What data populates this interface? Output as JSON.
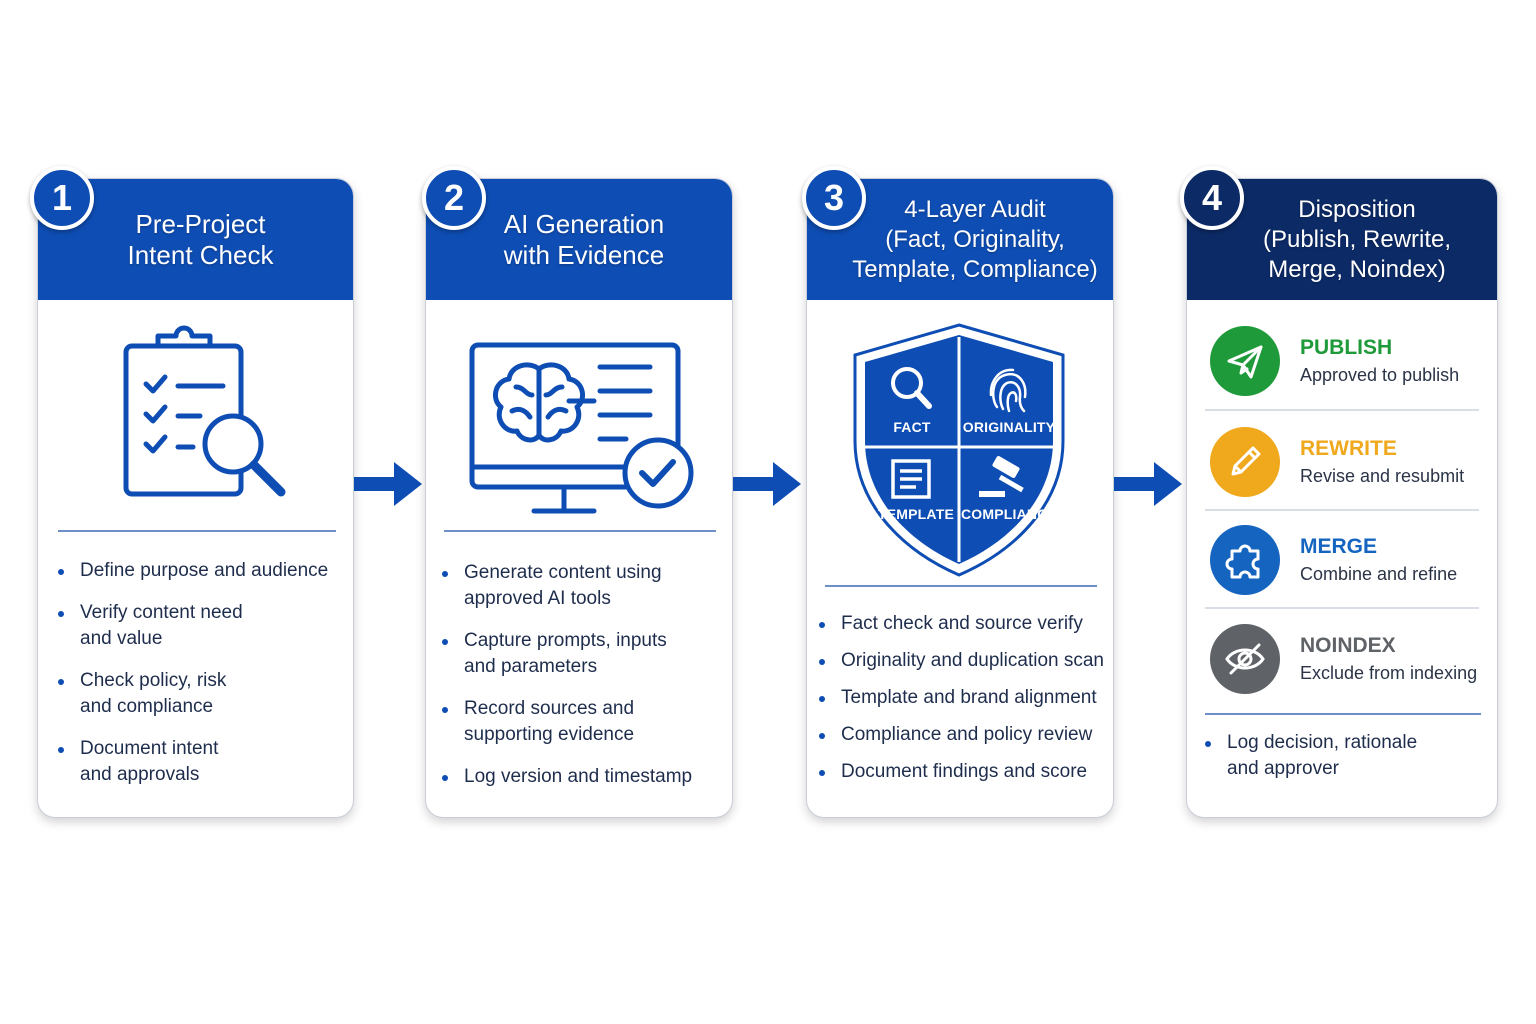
{
  "steps": [
    {
      "number": "1",
      "title_lines": [
        "Pre-Project",
        "Intent Check"
      ],
      "bullets": [
        [
          "Define purpose and audience"
        ],
        [
          "Verify content need",
          "and value"
        ],
        [
          "Check policy, risk",
          "and compliance"
        ],
        [
          "Document intent",
          "and approvals"
        ]
      ]
    },
    {
      "number": "2",
      "title_lines": [
        "AI Generation",
        "with Evidence"
      ],
      "bullets": [
        [
          "Generate content using",
          "approved AI tools"
        ],
        [
          "Capture prompts, inputs",
          "and parameters"
        ],
        [
          "Record sources and",
          "supporting evidence"
        ],
        [
          "Log version and timestamp"
        ]
      ]
    },
    {
      "number": "3",
      "title_lines": [
        "4-Layer Audit",
        "(Fact, Originality,",
        "Template, Compliance)"
      ],
      "shield_labels": [
        "FACT",
        "ORIGINALITY",
        "TEMPLATE",
        "COMPLIANCE"
      ],
      "bullets": [
        [
          "Fact check and source verify"
        ],
        [
          "Originality and duplication scan"
        ],
        [
          "Template and brand alignment"
        ],
        [
          "Compliance and policy review"
        ],
        [
          "Document findings and score"
        ]
      ]
    },
    {
      "number": "4",
      "title_lines": [
        "Disposition",
        "(Publish, Rewrite,",
        "Merge, Noindex)"
      ],
      "options": [
        {
          "title": "PUBLISH",
          "desc": "Approved to publish",
          "color": "#1f9a3a",
          "icon": "paper-plane-icon"
        },
        {
          "title": "REWRITE",
          "desc": "Revise and resubmit",
          "color": "#f0a81c",
          "icon": "pencil-icon"
        },
        {
          "title": "MERGE",
          "desc": "Combine and refine",
          "color": "#1565c0",
          "icon": "puzzle-icon"
        },
        {
          "title": "NOINDEX",
          "desc": "Exclude from indexing",
          "color": "#5f6368",
          "icon": "eye-slash-icon"
        }
      ],
      "bullets": [
        [
          "Log decision, rationale",
          "and approver"
        ]
      ]
    }
  ],
  "colors": {
    "primary_blue": "#0e4db3",
    "dark_navy": "#0c2a66",
    "text": "#1f2d4d"
  }
}
